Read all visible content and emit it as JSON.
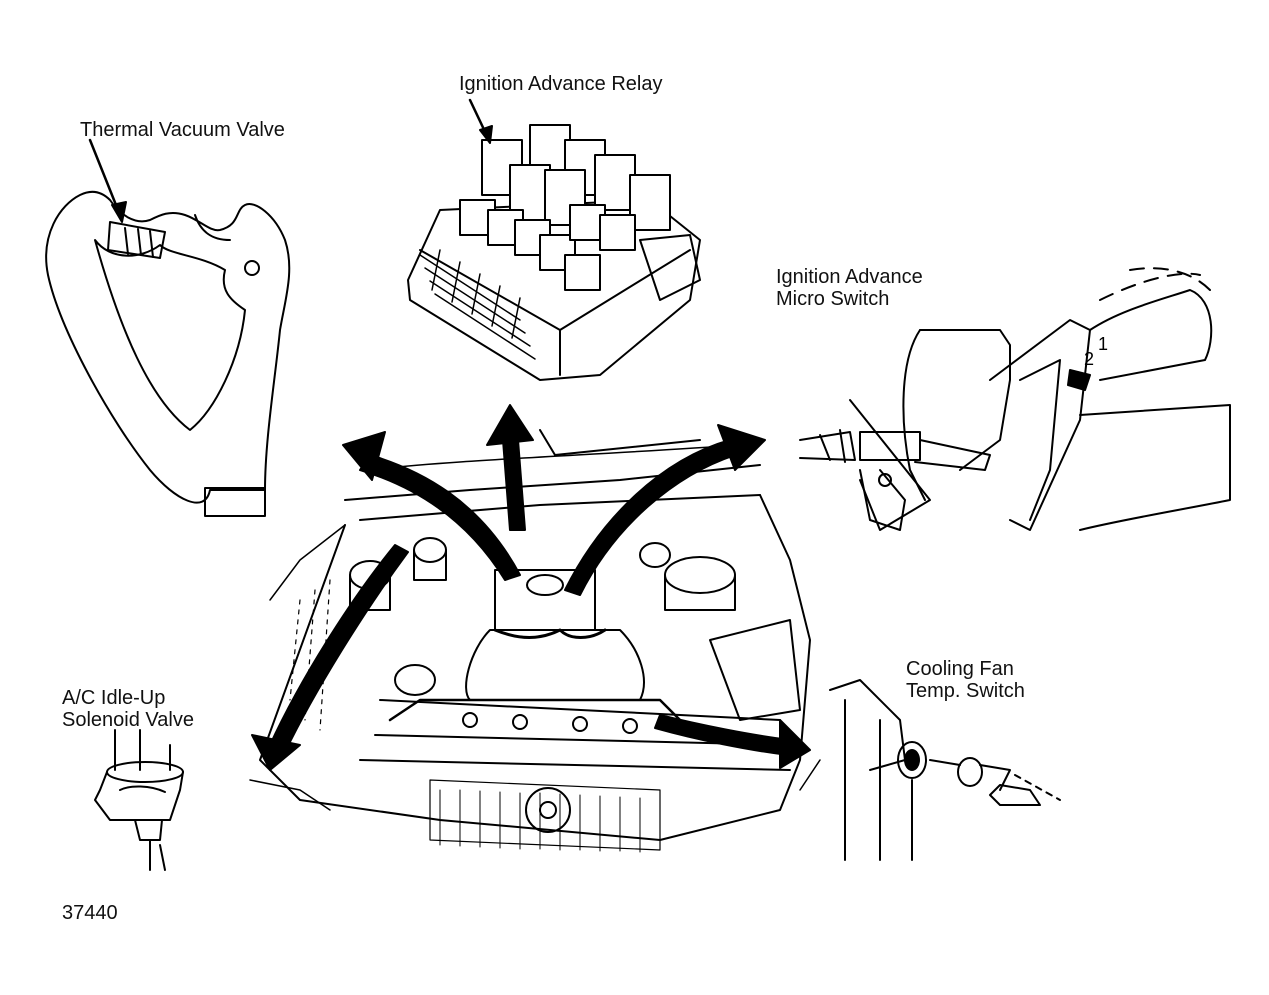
{
  "labels": {
    "ignition_advance_relay": "Ignition Advance Relay",
    "thermal_vacuum_valve": "Thermal Vacuum Valve",
    "micro_switch_line1": "Ignition Advance",
    "micro_switch_line2": "Micro Switch",
    "cooling_fan_line1": "Cooling Fan",
    "cooling_fan_line2": "Temp. Switch",
    "ac_line1": "A/C Idle-Up",
    "ac_line2": "Solenoid Valve",
    "figure_number": "37440",
    "micro_switch_pos1": "1",
    "micro_switch_pos2": "2"
  },
  "colors": {
    "ink": "#000000",
    "paper": "#ffffff"
  }
}
